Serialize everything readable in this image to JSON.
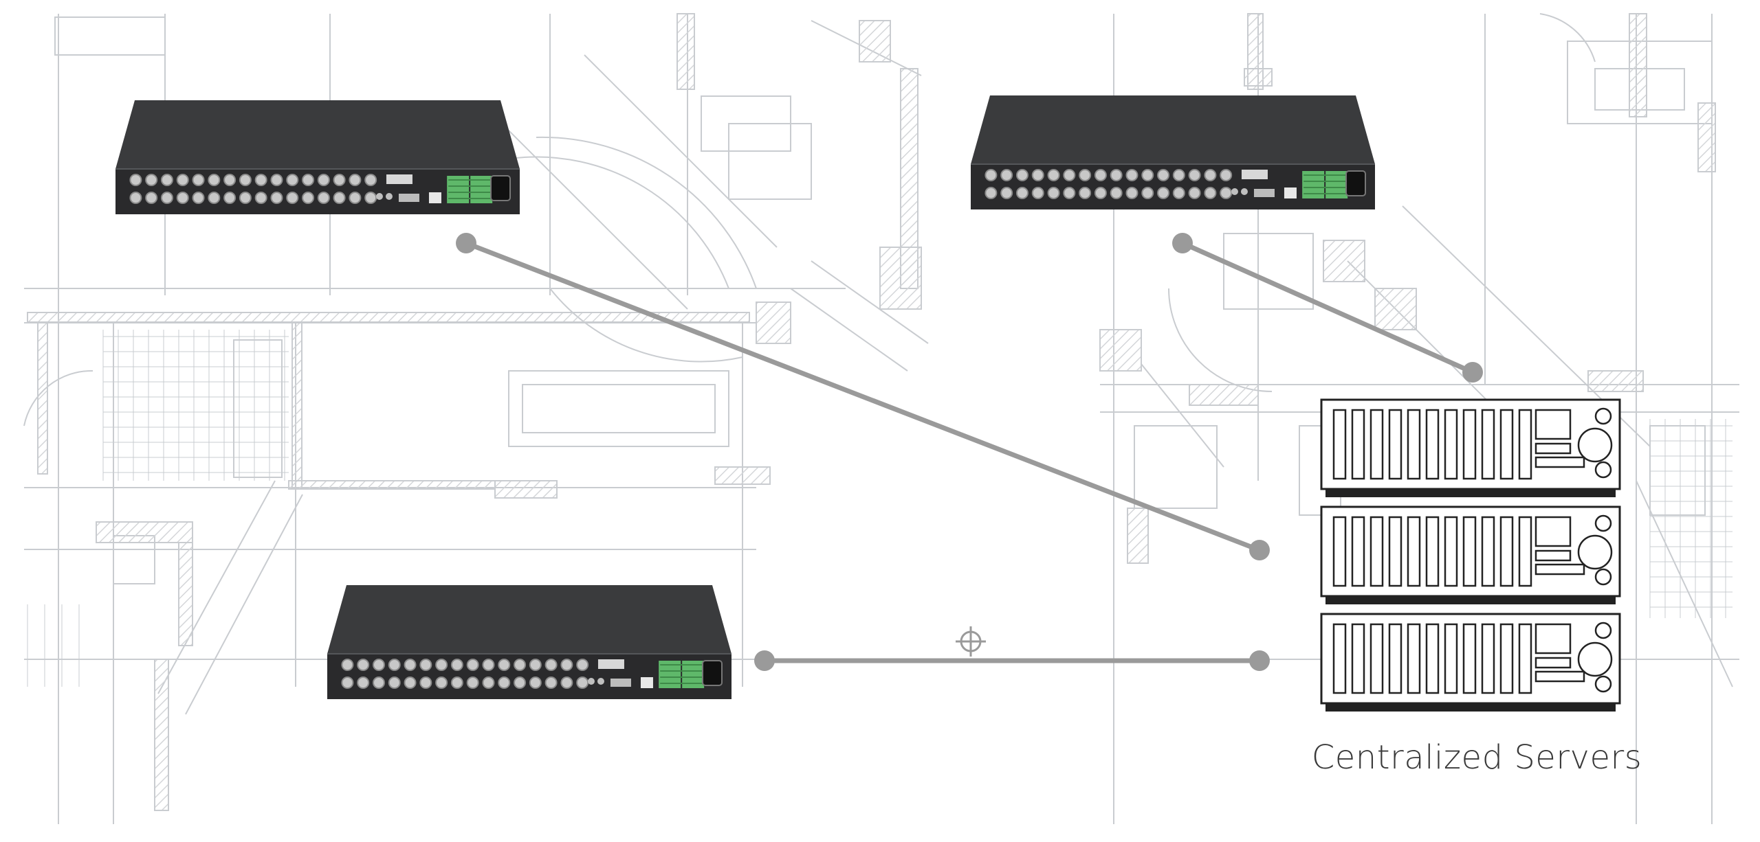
{
  "diagram": {
    "caption": "Centralized Servers",
    "devices": [
      {
        "name": "dvr-recorder-top-left",
        "icon": "dvr-recorder-icon"
      },
      {
        "name": "dvr-recorder-top-right",
        "icon": "dvr-recorder-icon"
      },
      {
        "name": "dvr-recorder-bottom",
        "icon": "dvr-recorder-icon"
      }
    ],
    "servers": [
      {
        "name": "server-unit-1",
        "icon": "server-rack-icon"
      },
      {
        "name": "server-unit-2",
        "icon": "server-rack-icon"
      },
      {
        "name": "server-unit-3",
        "icon": "server-rack-icon"
      }
    ],
    "connections": [
      {
        "from": "dvr-recorder-top-left",
        "to": "server-unit-2"
      },
      {
        "from": "dvr-recorder-top-right",
        "to": "server-unit-1"
      },
      {
        "from": "dvr-recorder-bottom",
        "to": "server-unit-3"
      }
    ],
    "colors": {
      "background": "#ffffff",
      "blueprint_line": "#c9ccd0",
      "blueprint_hatch": "#d4d6d9",
      "connector": "#9a9a9a",
      "device_body": "#3a3b3d",
      "device_face": "#2a2a2c",
      "port": "#c8c8c8",
      "terminal": "#5fb86a",
      "server_stroke": "#222222",
      "caption_text": "#3a3a3a"
    }
  }
}
